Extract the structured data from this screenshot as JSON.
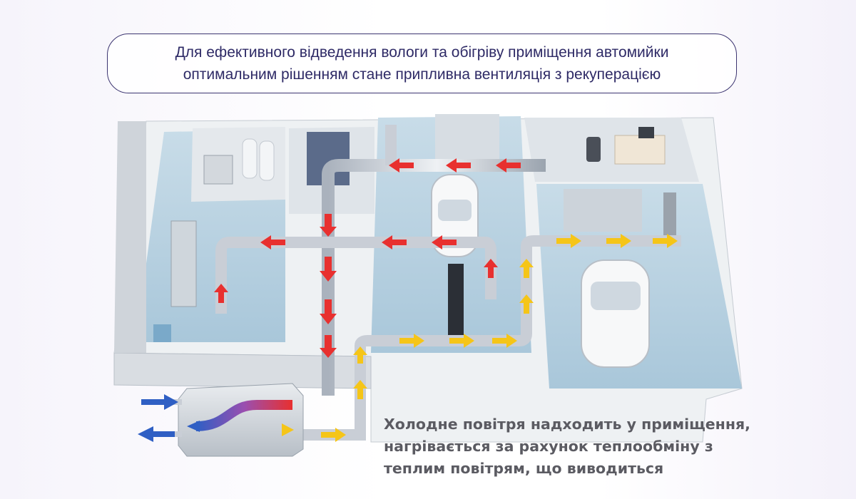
{
  "header": {
    "line1": "Для ефективного відведення вологи та обігріву приміщення автомийки",
    "line2": "оптимальним рішенням стане припливна вентиляція з рекуперацією"
  },
  "caption": {
    "line1": "Холодне повітря надходить у приміщення,",
    "line2": "нагрівається за рахунок теплообміну з",
    "line3": "теплим повітрям, що виводиться"
  },
  "colors": {
    "header_text": "#2e2a66",
    "header_border": "#3b3470",
    "caption_text": "#5b5b62",
    "warm_arrow": "#e8302f",
    "cold_arrow": "#f5c518",
    "intake_arrow": "#2f5fc4",
    "duct": "#c9ced6",
    "floor": "#b9d3e3",
    "wall": "#d9dde2"
  }
}
